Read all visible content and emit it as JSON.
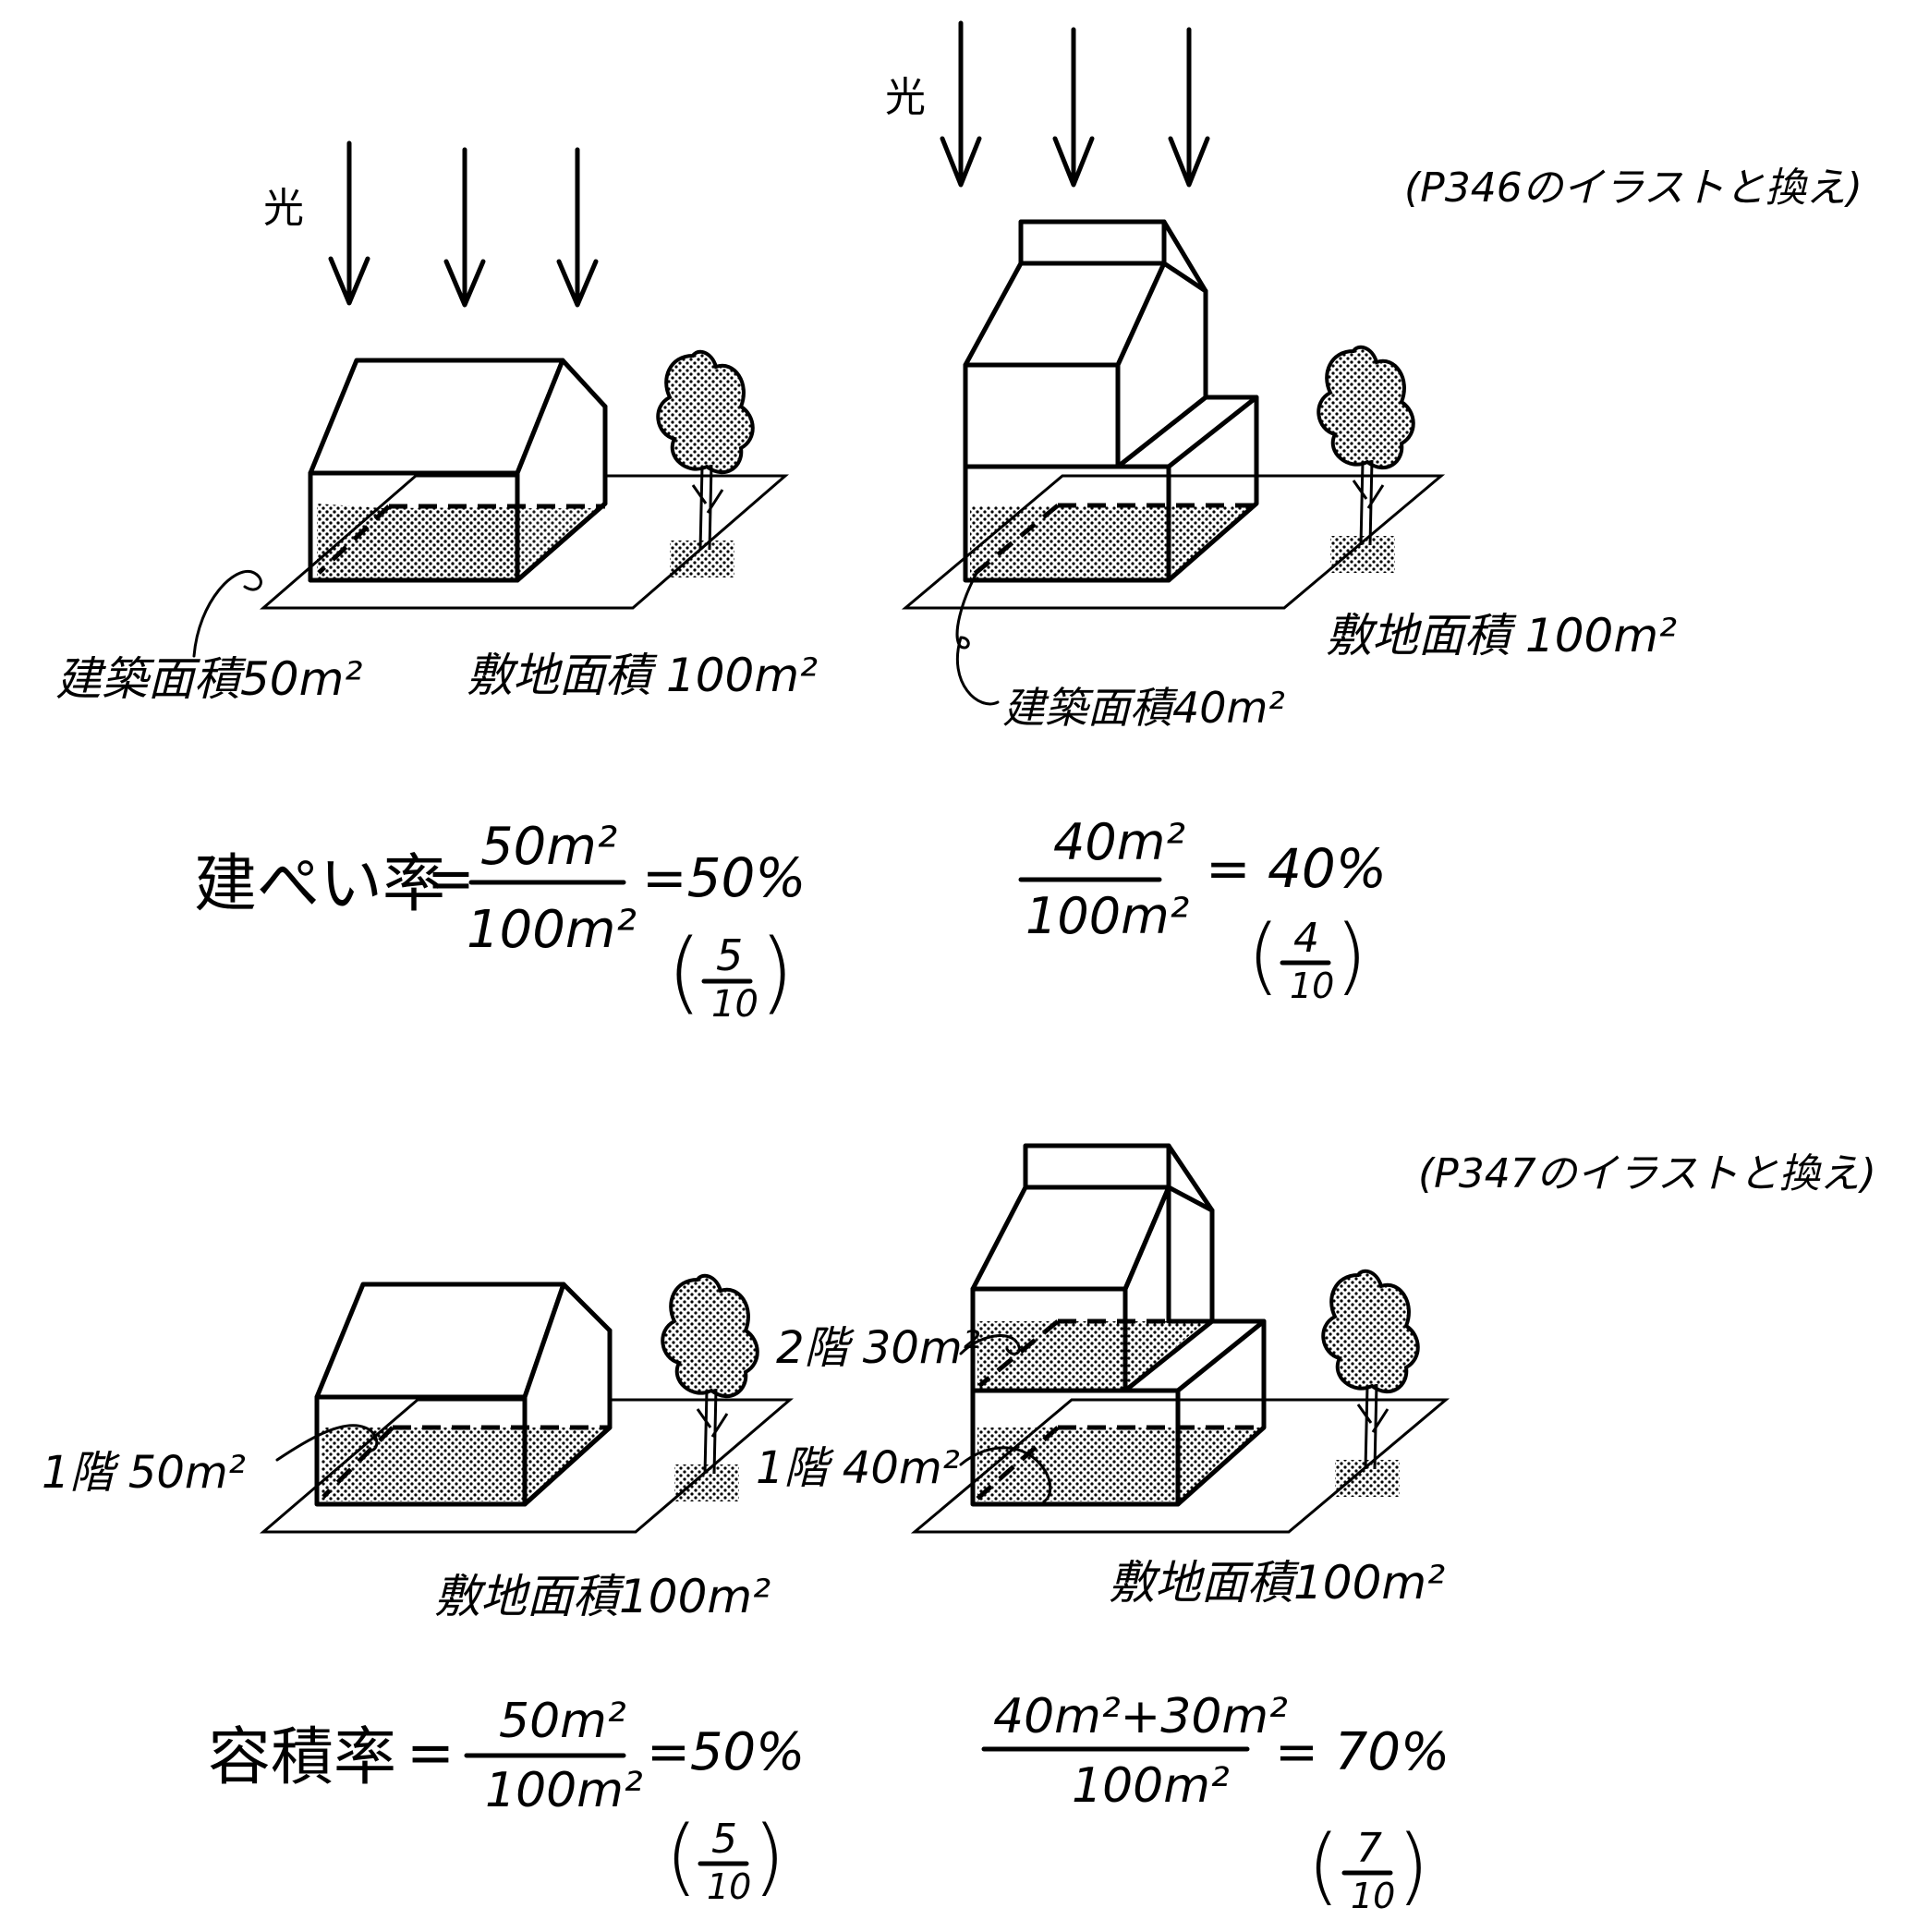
{
  "colors": {
    "ink": "#000000",
    "paper": "#ffffff",
    "dots": "#000000"
  },
  "top_left": {
    "light": "光",
    "building_area": "建築面積50m²",
    "site_area": "敷地面積 100m²"
  },
  "top_right": {
    "light": "光",
    "note": "(P346のイラストと換え)",
    "building_area": "建築面積40m²",
    "site_area": "敷地面積 100m²"
  },
  "coverage_formula": {
    "term": "建ぺい率",
    "eq1": "=",
    "left": {
      "numerator": "50m²",
      "denominator": "100m²",
      "result": "=50%",
      "ratio_num": "5",
      "ratio_den": "10"
    },
    "right": {
      "numerator": "40m²",
      "denominator": "100m²",
      "result": "= 40%",
      "ratio_num": "4",
      "ratio_den": "10"
    }
  },
  "bottom_left": {
    "floor1": "1階 50m²",
    "site_area": "敷地面積100m²"
  },
  "bottom_right": {
    "note": "(P347のイラストと換え)",
    "floor2": "2階 30m²",
    "floor1": "1階 40m²",
    "site_area": "敷地面積100m²"
  },
  "far_formula": {
    "term": "容積率",
    "eq1": "=",
    "left": {
      "numerator": "50m²",
      "denominator": "100m²",
      "result": "=50%",
      "ratio_num": "5",
      "ratio_den": "10"
    },
    "right": {
      "numerator": "40m²+30m²",
      "denominator": "100m²",
      "result": "= 70%",
      "ratio_num": "7",
      "ratio_den": "10"
    }
  }
}
